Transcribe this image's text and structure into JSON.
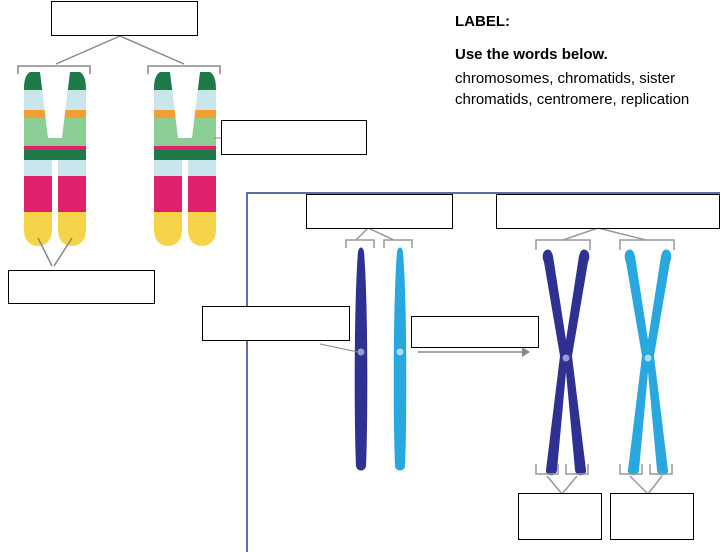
{
  "instructions": {
    "title": "LABEL:",
    "subtitle": "Use the words below.",
    "words": "chromosomes, chromatids, sister chromatids, centromere, replication"
  },
  "label_boxes": [
    "",
    "",
    "",
    "",
    "",
    "",
    "",
    "",
    ""
  ],
  "colors": {
    "dark_green": "#1f7a4a",
    "light_blue": "#c8e6ec",
    "orange": "#f0a030",
    "light_green": "#8cce94",
    "magenta": "#e0226e",
    "yellow": "#f5d44a",
    "navy": "#2e3192",
    "sky": "#29a8e0",
    "panel_border": "#5a6fa8"
  }
}
